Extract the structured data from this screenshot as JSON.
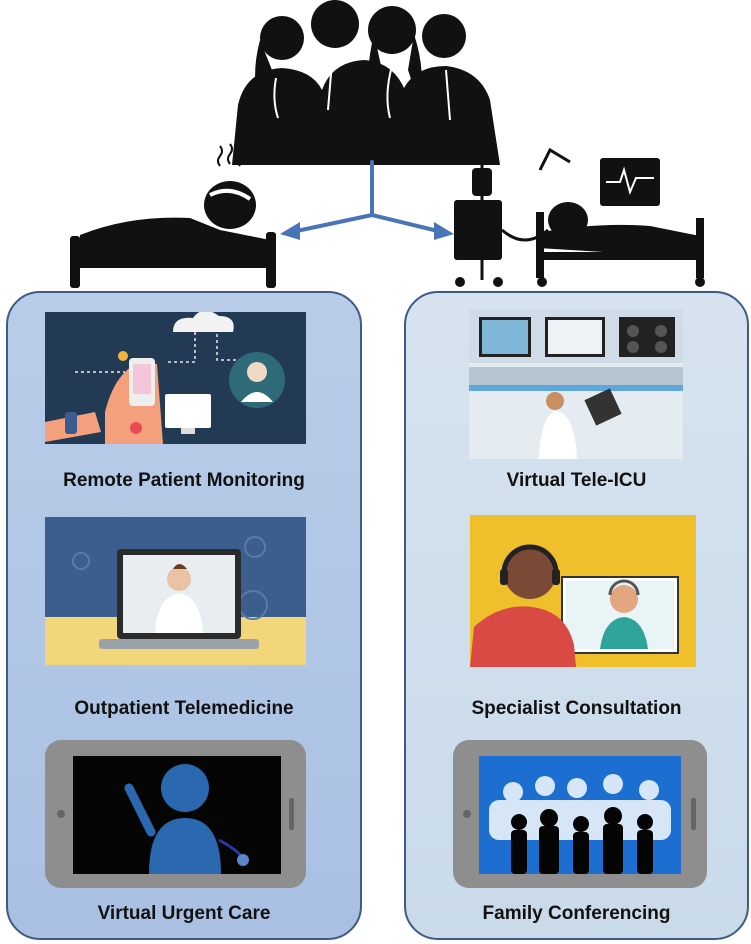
{
  "care_models": {
    "left": [
      {
        "label": "Remote Patient Monitoring"
      },
      {
        "label": "Outpatient Telemedicine"
      },
      {
        "label": "Virtual Urgent Care"
      }
    ],
    "right": [
      {
        "label": "Virtual Tele-ICU"
      },
      {
        "label": "Specialist Consultation"
      },
      {
        "label": "Family Conferencing"
      }
    ]
  }
}
